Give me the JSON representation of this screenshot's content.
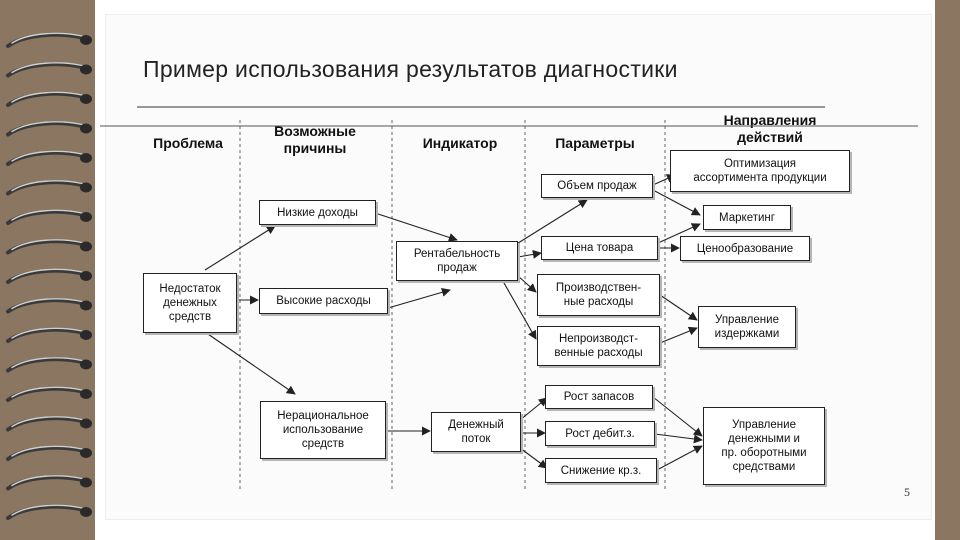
{
  "title": "Пример использования результатов диагностики",
  "page_number": "5",
  "columns": {
    "problem": "Проблема",
    "causes": "Возможные\nпричины",
    "indicator": "Индикатор",
    "parameters": "Параметры",
    "actions": "Направления\nдействий"
  },
  "boxes": {
    "cash_shortage": "Недостаток\nденежных\nсредств",
    "low_income": "Низкие доходы",
    "high_expenses": "Высокие расходы",
    "irrational_use": "Нерациональное\nиспользование\nсредств",
    "profitability": "Рентабельность\nпродаж",
    "cash_flow": "Денежный\nпоток",
    "sales_volume": "Объем продаж",
    "product_price": "Цена товара",
    "production_costs": "Производствен-\nные расходы",
    "nonproduction_costs": "Непроизводст-\nвенные расходы",
    "inventory_growth": "Рост запасов",
    "receivables_growth": "Рост дебит.з.",
    "payables_decrease": "Снижение кр.з.",
    "assortment_optimization": "Оптимизация\nассортимента продукции",
    "marketing": "Маркетинг",
    "pricing": "Ценообразование",
    "cost_management": "Управление\nиздержками",
    "working_capital_management": "Управление\nденежными и\nпр. оборотными\nсредствами"
  },
  "colors": {
    "background": "#8a7661",
    "page": "#ffffff",
    "line": "#222222"
  }
}
